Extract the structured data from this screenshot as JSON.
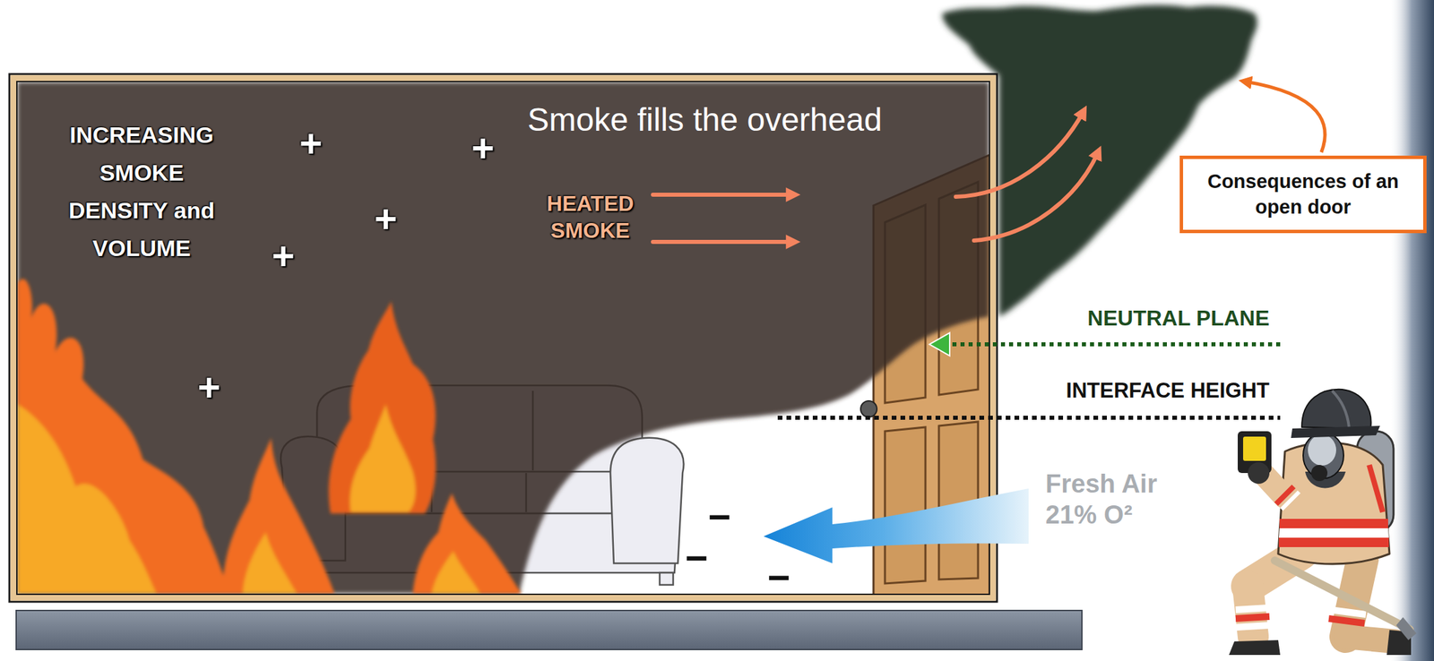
{
  "diagram": {
    "nodes": [
      {
        "text": [
          "Consequences of an open door"
        ]
      }
    ],
    "labels": [
      "INCREASING SMOKE DENSITY and VOLUME",
      "Smoke fills the overhead",
      "+",
      "+",
      "HEATED SMOKE",
      "+",
      "+",
      "+",
      "NEUTRAL PLANE",
      "INTERFACE HEIGHT",
      "Fresh Air 21% O²",
      "−",
      "−",
      "−"
    ]
  }
}
